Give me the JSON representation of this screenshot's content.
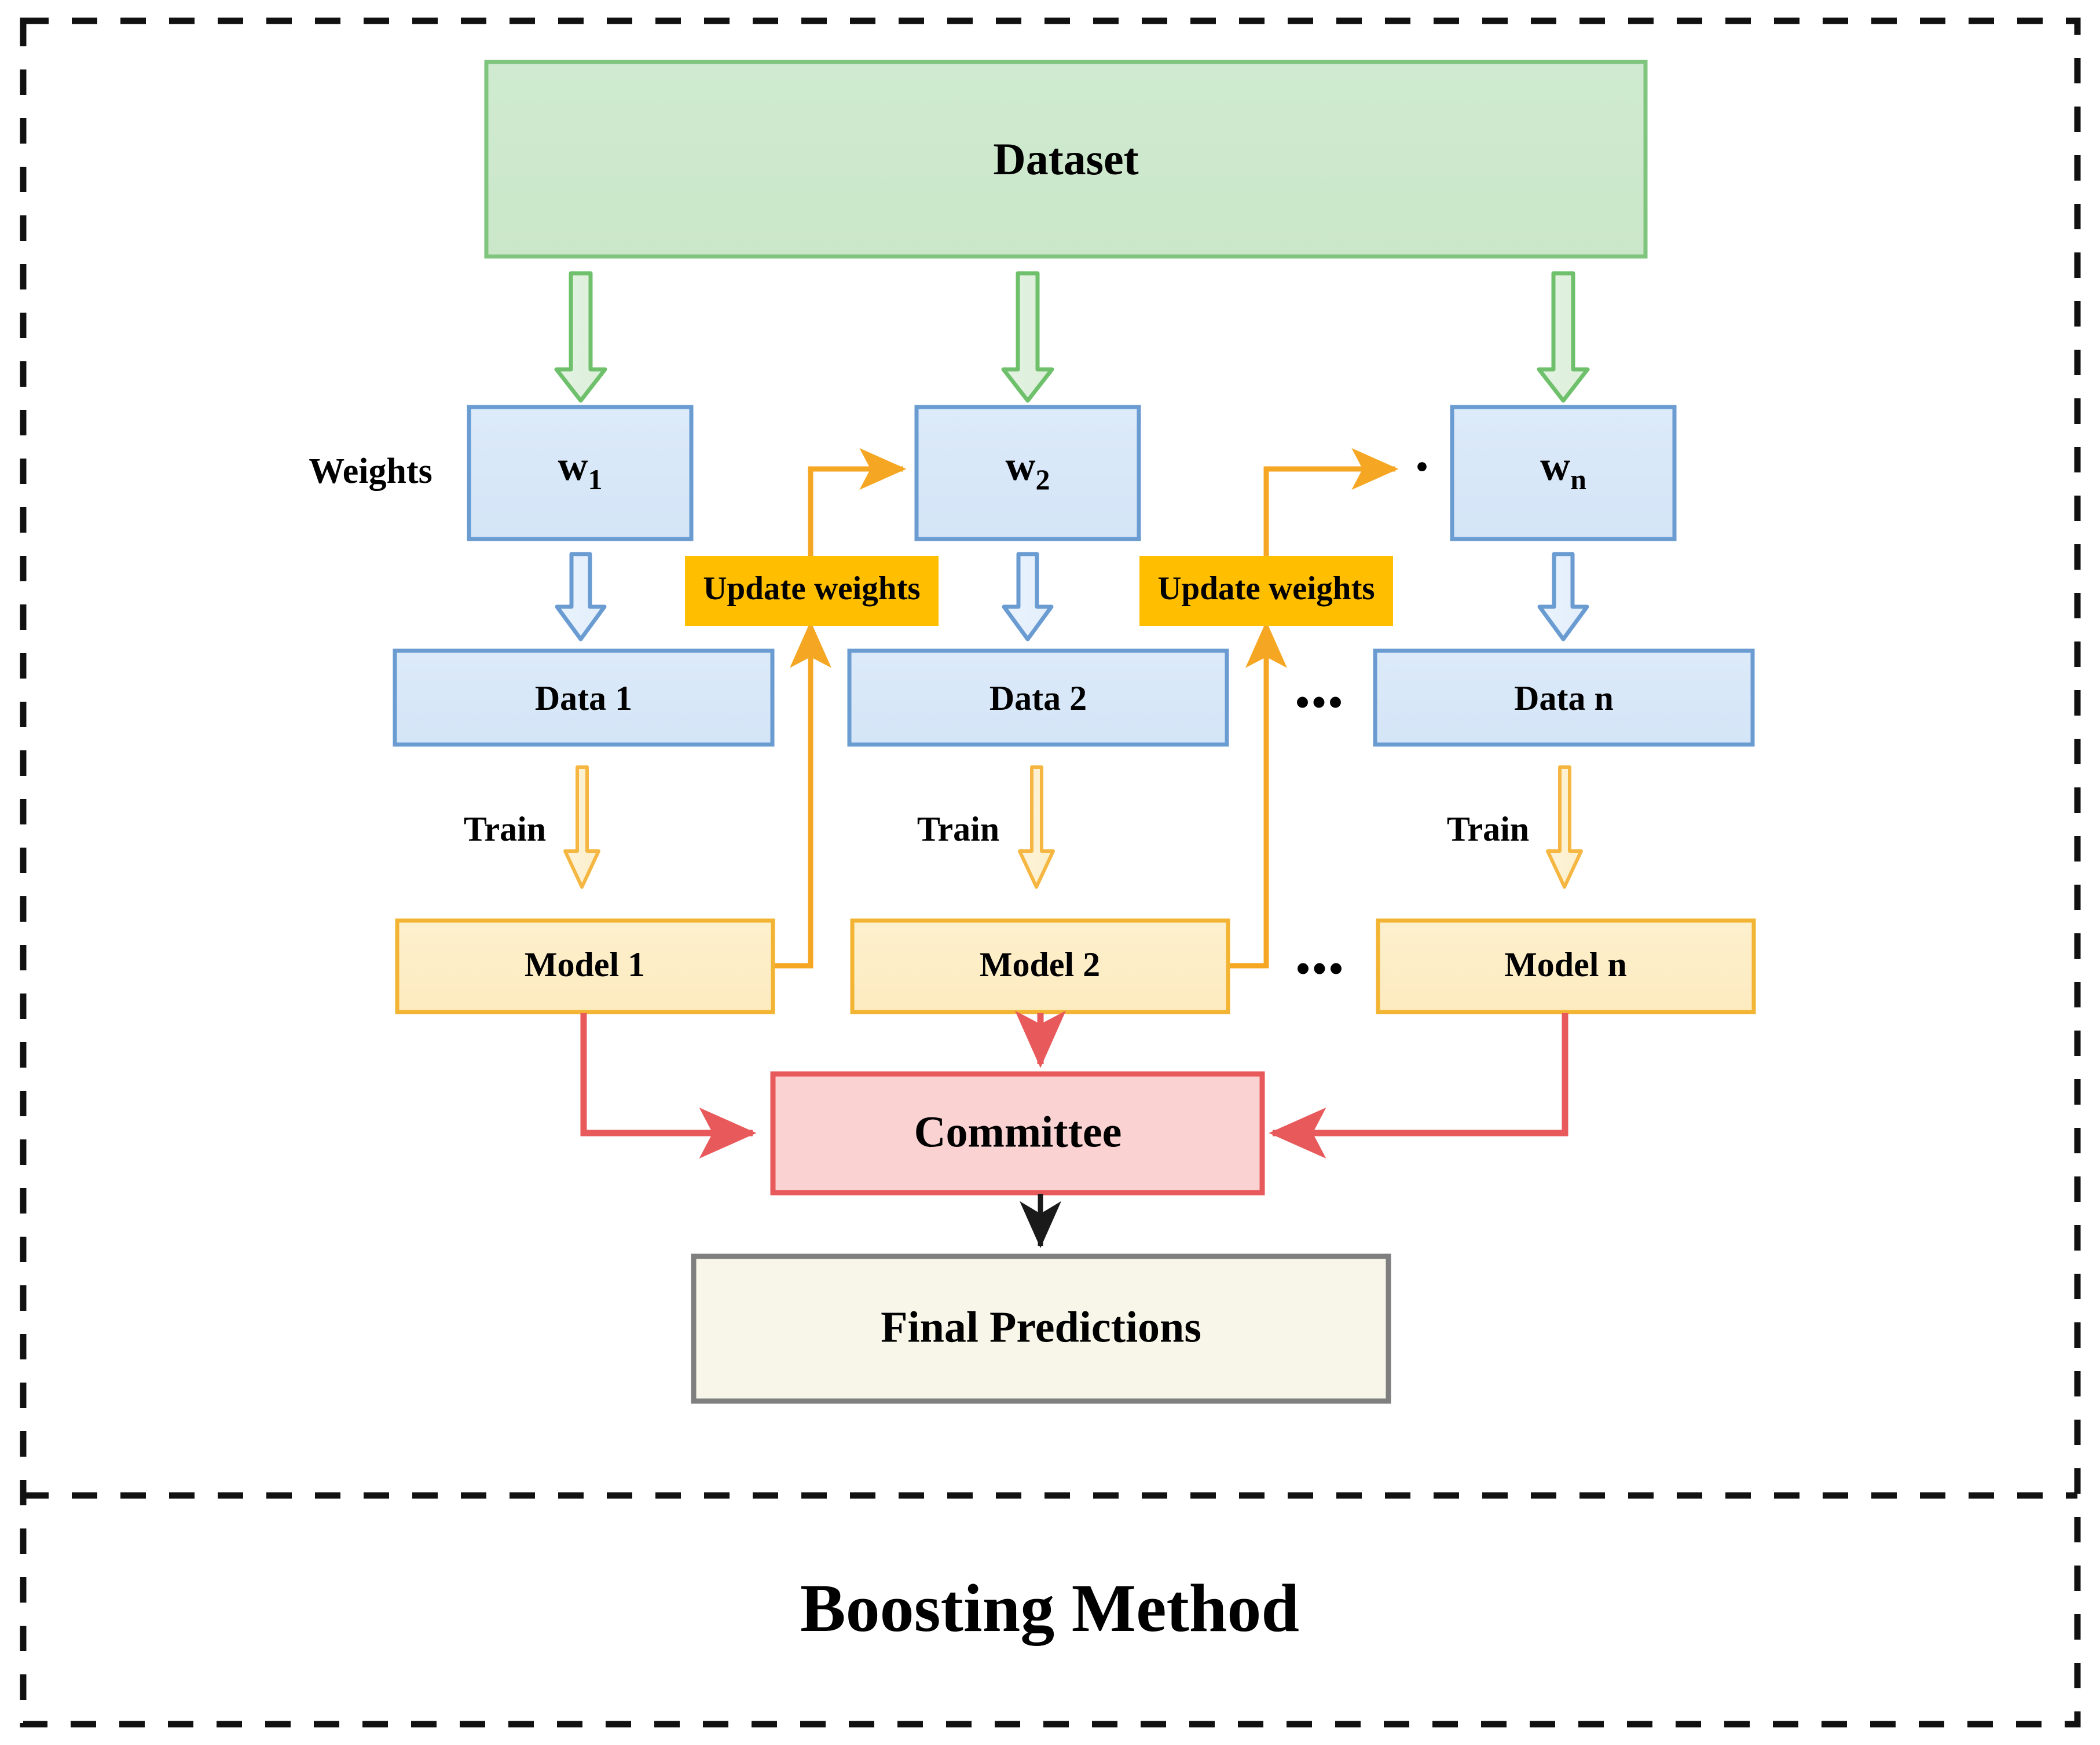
{
  "figure": {
    "caption": "Boosting Method",
    "frame_style": "dashed",
    "colors": {
      "dataset_fill": "#cde9cc",
      "dataset_stroke": "#7fc57e",
      "weight_fill": "#d6e5f8",
      "weight_stroke": "#6a9cd2",
      "data_fill": "#d6e5f8",
      "data_stroke": "#6a9cd2",
      "update_fill": "#ffbe00",
      "update_stroke": "#ffbe00",
      "model_fill": "#fdedc4",
      "model_stroke": "#f2b432",
      "committee_fill": "#fbd2d2",
      "committee_stroke": "#e8595b",
      "final_fill": "#f7f6e8",
      "final_stroke": "#7f7f7f",
      "green_arrow": "#6ec06b",
      "blue_arrow": "#6a9cd2",
      "orange_arrow": "#f5a623",
      "red_arrow": "#e8595b",
      "black_arrow": "#000000"
    }
  },
  "nodes": {
    "dataset": {
      "label": "Dataset"
    },
    "weights_label": {
      "label": "Weights"
    },
    "weights": [
      {
        "label": "w",
        "sub": "1",
        "name": "w1"
      },
      {
        "label": "w",
        "sub": "2",
        "name": "w2"
      },
      {
        "label": "w",
        "sub": "n",
        "name": "wn"
      }
    ],
    "update_weights": [
      {
        "label": "Update weights"
      },
      {
        "label": "Update weights"
      }
    ],
    "data": [
      {
        "label": "Data 1"
      },
      {
        "label": "Data  2"
      },
      {
        "label": "Data n"
      }
    ],
    "train_labels": [
      {
        "label": "Train"
      },
      {
        "label": "Train"
      },
      {
        "label": "Train"
      }
    ],
    "models": [
      {
        "label": "Model 1"
      },
      {
        "label": "Model 2"
      },
      {
        "label": "Model n"
      }
    ],
    "committee": {
      "label": "Committee"
    },
    "final_predictions": {
      "label": "Final Predictions"
    },
    "ellipses": [
      {
        "label": "•••",
        "row": "data"
      },
      {
        "label": "•••",
        "row": "model"
      },
      {
        "label": "•",
        "row": "weights"
      }
    ]
  }
}
